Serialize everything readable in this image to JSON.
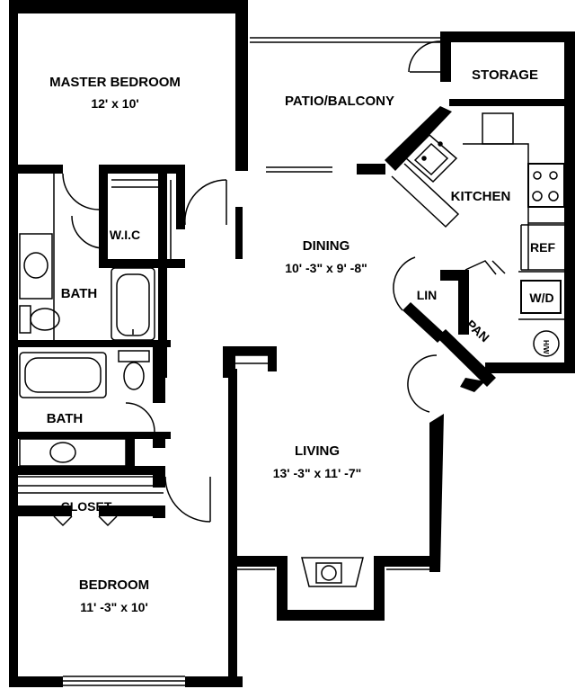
{
  "rooms": {
    "master_bedroom": {
      "name": "MASTER BEDROOM",
      "dims": "12' x 10'"
    },
    "patio": {
      "name": "PATIO/BALCONY"
    },
    "storage": {
      "name": "STORAGE"
    },
    "kitchen": {
      "name": "KITCHEN"
    },
    "wic": {
      "name": "W.I.C"
    },
    "dining": {
      "name": "DINING",
      "dims": "10' -3\" x 9' -8\""
    },
    "ref": {
      "name": "REF"
    },
    "lin": {
      "name": "LIN"
    },
    "wd": {
      "name": "W/D"
    },
    "pan": {
      "name": "PAN"
    },
    "water_heater": {
      "name": "H/W"
    },
    "bath_master": {
      "name": "BATH"
    },
    "bath_hall": {
      "name": "BATH"
    },
    "living": {
      "name": "LIVING",
      "dims": "13' -3\" x 11' -7\""
    },
    "closet": {
      "name": "CLOSET"
    },
    "bedroom": {
      "name": "BEDROOM",
      "dims": "11' -3\" x 10'"
    }
  },
  "colors": {
    "wall": "#000000",
    "fixture": "#000000",
    "hatch": "#6e6e6e",
    "background": "#ffffff"
  }
}
